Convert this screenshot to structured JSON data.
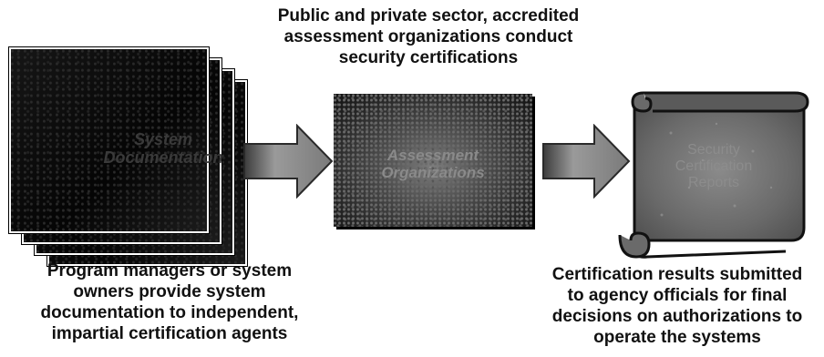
{
  "diagram": {
    "captions": {
      "top": [
        "Public and private sector, accredited",
        "assessment organizations conduct",
        "security certifications"
      ],
      "left": [
        "Program managers or system",
        "owners provide system",
        "documentation to independent,",
        "impartial certification agents"
      ],
      "right": [
        "Certification results submitted",
        "to agency officials for final",
        "decisions on authorizations to",
        "operate the systems"
      ]
    },
    "nodes": {
      "documents": {
        "label": [
          "System",
          "Documentation"
        ]
      },
      "assessment": {
        "label": [
          "Assessment",
          "Organizations"
        ]
      },
      "report": {
        "label": [
          "Security",
          "Certification",
          "Reports"
        ]
      }
    },
    "colors": {
      "arrow": "#8a8a8a",
      "panel_dark": "#111111",
      "scroll": "#6e6e6e",
      "text": "#111111"
    },
    "icons": [
      "document-stack-icon",
      "right-arrow-icon",
      "right-arrow-icon",
      "scroll-icon"
    ]
  }
}
